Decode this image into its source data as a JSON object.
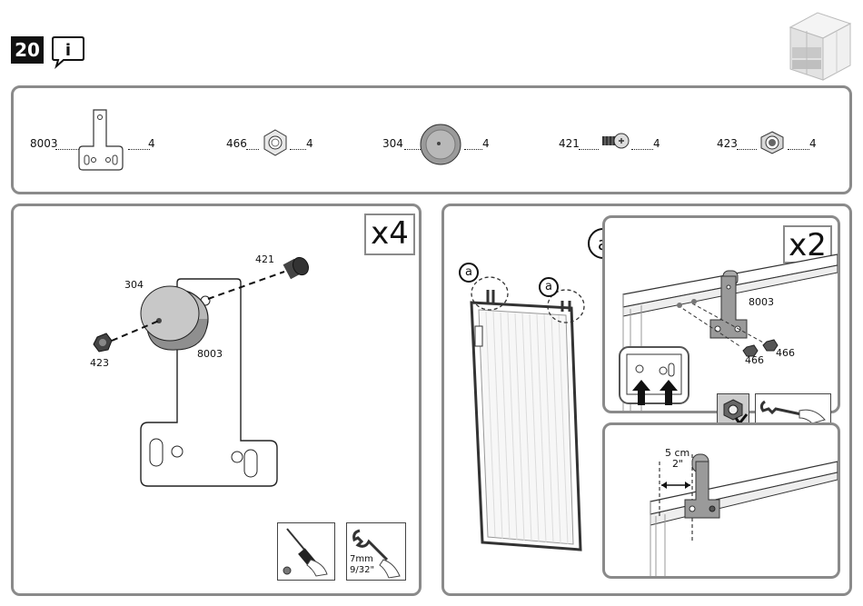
{
  "step": {
    "number": "20",
    "info_icon": "info-icon"
  },
  "parts": [
    {
      "code": "8003",
      "qty": "4"
    },
    {
      "code": "466",
      "qty": "4"
    },
    {
      "code": "304",
      "qty": "4"
    },
    {
      "code": "421",
      "qty": "4"
    },
    {
      "code": "423",
      "qty": "4"
    }
  ],
  "left_panel": {
    "multiplier": "x4",
    "callouts": {
      "bolt": "421",
      "roller": "304",
      "nut": "423",
      "bracket": "8003"
    },
    "tools": {
      "wrench_size": "7mm",
      "wrench_size_imperial": "9/32\""
    }
  },
  "right_panel": {
    "label_a": "a",
    "detail_label": "a",
    "multiplier": "x2",
    "callouts": {
      "bracket": "8003",
      "nut_1": "466",
      "nut_2": "466"
    },
    "measure": {
      "metric": "5 cm",
      "imperial": "2\""
    }
  },
  "icons": [
    "info-icon",
    "greenhouse-thumbnail-icon",
    "screwdriver-icon",
    "wrench-icon",
    "arrow-up-icon"
  ]
}
